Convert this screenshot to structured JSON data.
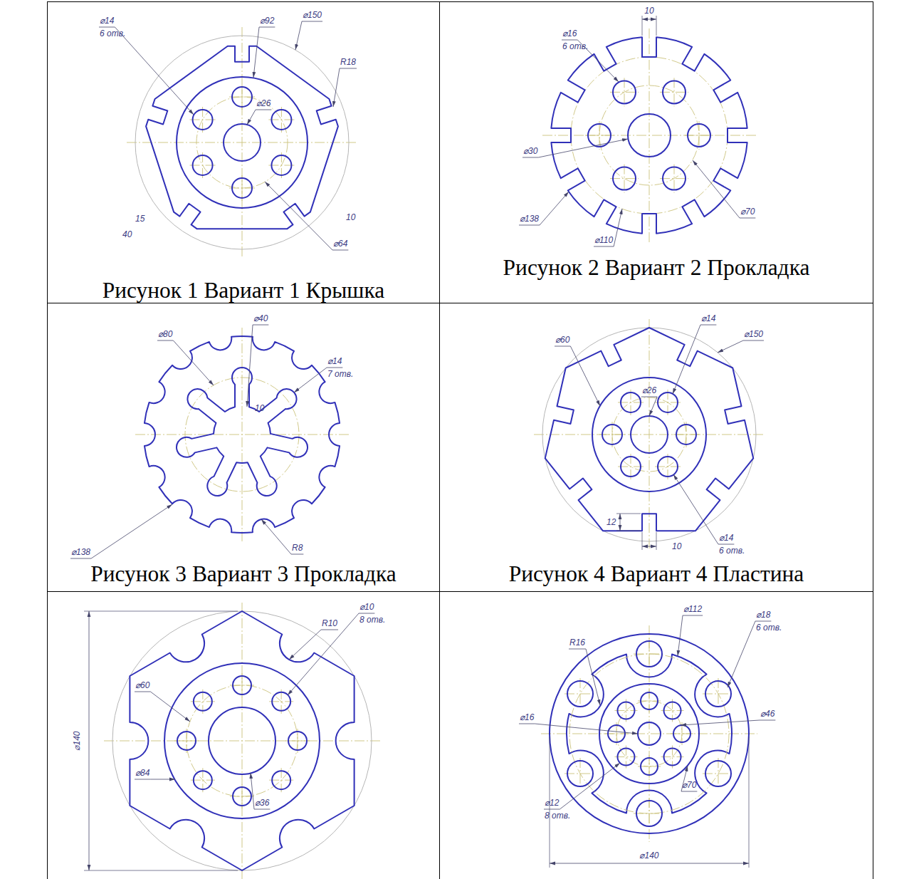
{
  "diagram": {
    "nodes": [
      {
        "text": [
          "Рисунок 1 Вариант 1 Крышка"
        ]
      },
      {
        "text": [
          "Рисунок 2 Вариант 2 Прокладка"
        ]
      },
      {
        "text": [
          "Рисунок 3 Вариант 3 Прокладка"
        ]
      },
      {
        "text": [
          "Рисунок 4 Вариант 4 Пластина"
        ]
      }
    ],
    "labels": [
      "⌀14",
      "6 отв.",
      "⌀150",
      "⌀92",
      "R18",
      "⌀26",
      "15",
      "10",
      "40",
      "⌀64",
      "10",
      "⌀16",
      "6 отв.",
      "⌀30",
      "⌀138",
      "⌀70",
      "⌀110",
      "⌀80",
      "⌀40",
      "⌀14",
      "7 отв.",
      "10",
      "R8",
      "⌀138",
      "⌀150",
      "⌀60",
      "⌀14",
      "⌀26",
      "12",
      "10",
      "⌀14",
      "6 отв.",
      "⌀140",
      "R10",
      "⌀10",
      "8 отв.",
      "⌀60",
      "⌀84",
      "⌀36",
      "⌀112",
      "⌀18",
      "6 отв.",
      "R16",
      "⌀16",
      "⌀46",
      "⌀70",
      "⌀12",
      "8 отв.",
      "⌀140"
    ]
  }
}
